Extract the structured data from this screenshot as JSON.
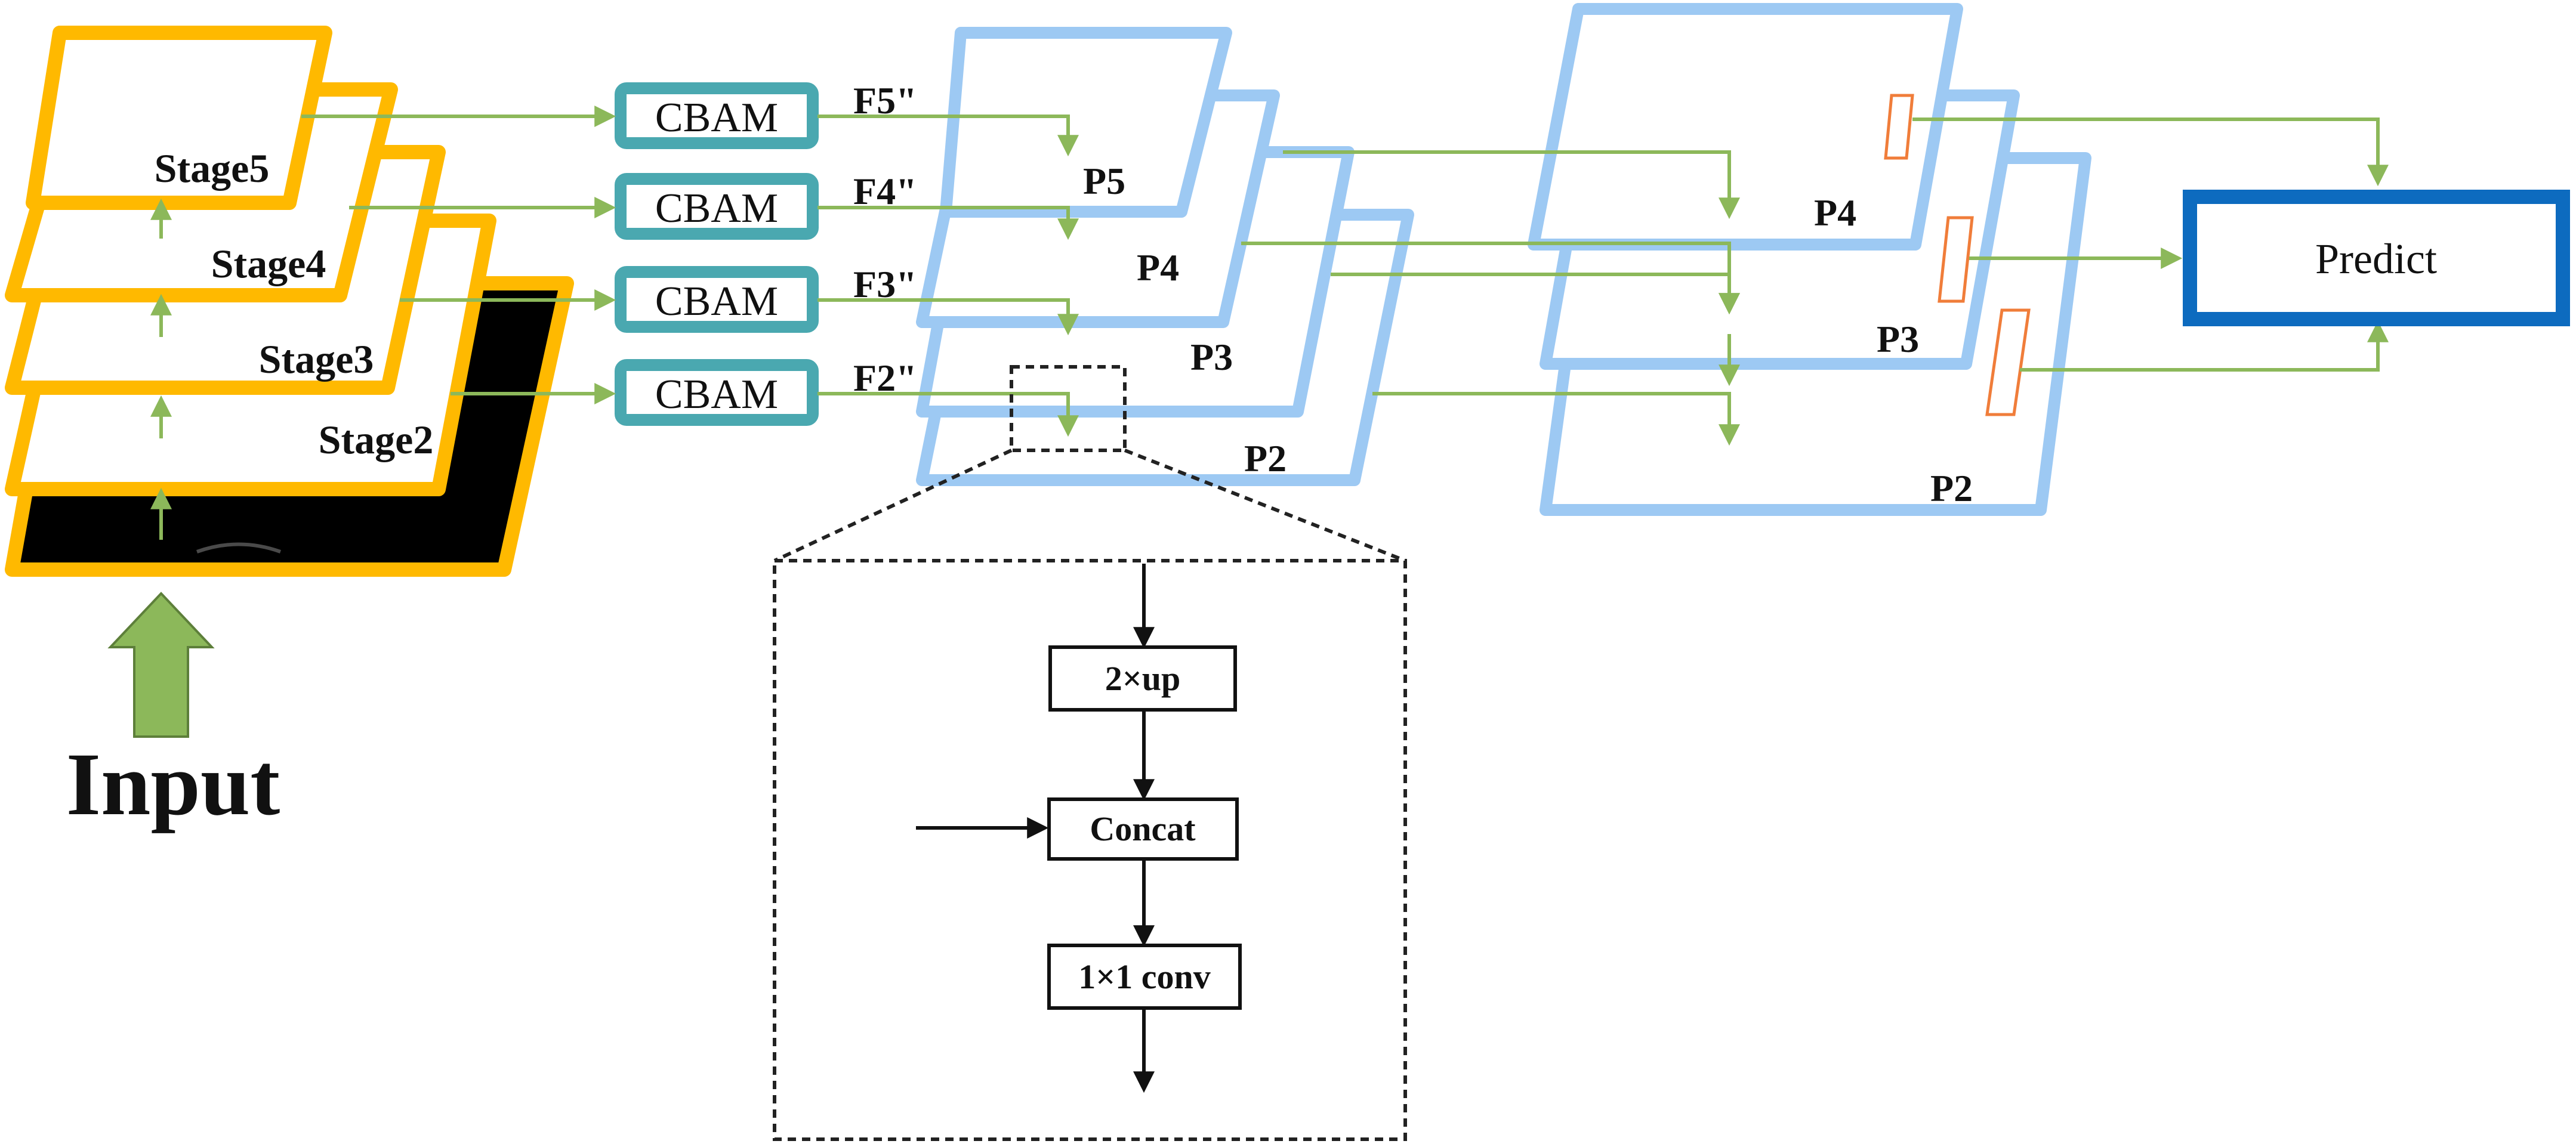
{
  "backbone": {
    "stages": [
      "Stage5",
      "Stage4",
      "Stage3",
      "Stage2"
    ],
    "input_label": "Input"
  },
  "attention": {
    "modules": [
      "CBAM",
      "CBAM",
      "CBAM",
      "CBAM"
    ],
    "features": [
      "F5\"",
      "F4\"",
      "F3\"",
      "F2\""
    ]
  },
  "fpn": {
    "levels": [
      "P5",
      "P4",
      "P3",
      "P2"
    ]
  },
  "pan": {
    "levels": [
      "P4",
      "P3",
      "P2"
    ]
  },
  "predict_label": "Predict",
  "detail": {
    "steps": [
      "2×up",
      "Concat",
      "1×1 conv"
    ]
  },
  "colors": {
    "backbone_border": "#ffb900",
    "backbone_fill": "#ffffff",
    "bottom_layer_fill": "#000000",
    "cbam_border": "#4aa8b0",
    "pyramid_border": "#9dc9f3",
    "arrow": "#8cb85a",
    "predict_border": "#0d6bbf",
    "anchor_box": "#f07d3a",
    "text": "#111111"
  }
}
